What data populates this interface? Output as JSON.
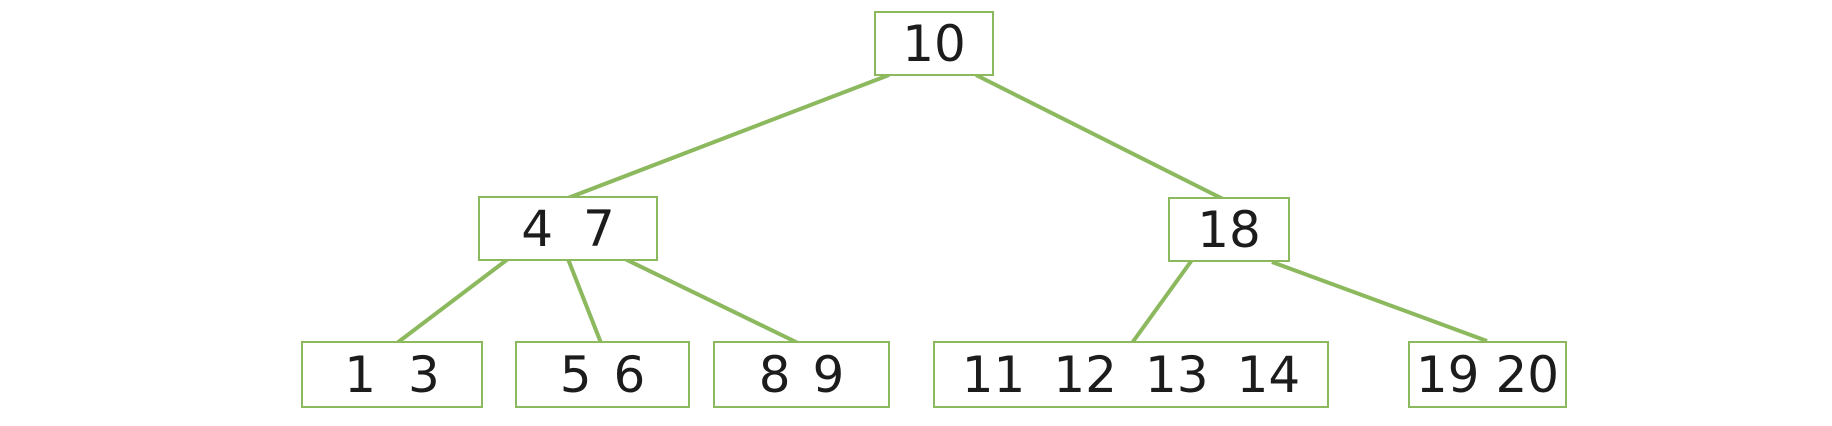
{
  "colors": {
    "accent_green": "#8cb85e",
    "text": "#1c1c1c",
    "background": "#ffffff"
  },
  "tree": {
    "kind": "b-tree-diagram",
    "nodes": {
      "root": {
        "keys": [
          "10"
        ]
      },
      "internal_left": {
        "keys": [
          "4",
          "7"
        ]
      },
      "internal_right": {
        "keys": [
          "18"
        ]
      },
      "leaf_1": {
        "keys": [
          "1",
          "3"
        ]
      },
      "leaf_2": {
        "keys": [
          "5",
          "6"
        ]
      },
      "leaf_3": {
        "keys": [
          "8",
          "9"
        ]
      },
      "leaf_4": {
        "keys": [
          "11",
          "12",
          "13",
          "14"
        ]
      },
      "leaf_5": {
        "keys": [
          "19",
          "20"
        ]
      }
    },
    "edges": [
      {
        "from": "root",
        "to": "internal_left"
      },
      {
        "from": "root",
        "to": "internal_right"
      },
      {
        "from": "internal_left",
        "to": "leaf_1"
      },
      {
        "from": "internal_left",
        "to": "leaf_2"
      },
      {
        "from": "internal_left",
        "to": "leaf_3"
      },
      {
        "from": "internal_right",
        "to": "leaf_4"
      },
      {
        "from": "internal_right",
        "to": "leaf_5"
      }
    ]
  }
}
